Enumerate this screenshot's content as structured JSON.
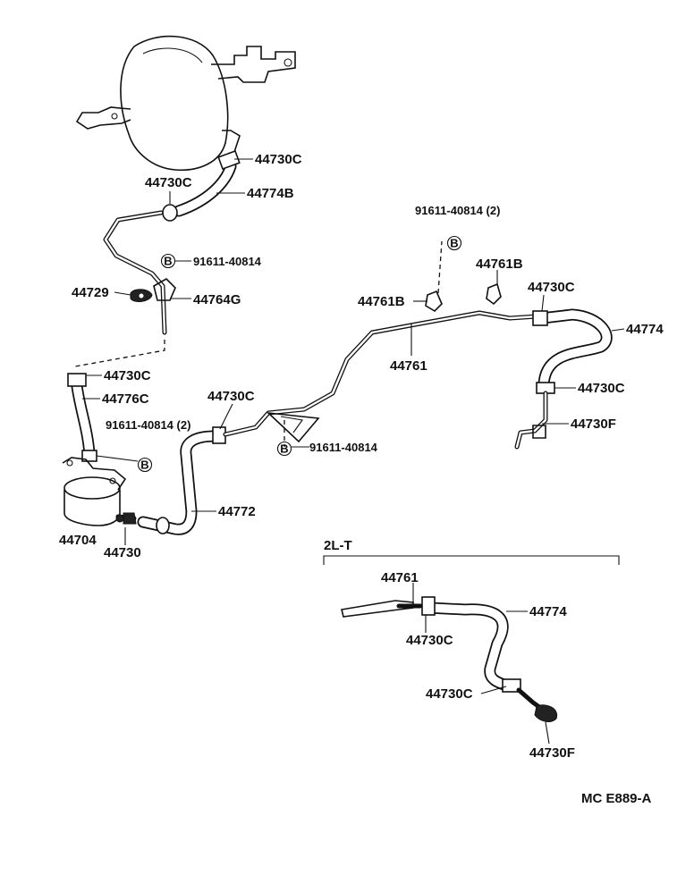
{
  "diagram_code": "MC E889-A",
  "variant_label": "2L-T",
  "bolt_symbol": "B",
  "labels": {
    "c_booster_upper": "44730C",
    "c_booster_left": "44730C",
    "hose_44774B": "44774B",
    "bolt_91611_a": "91611-40814",
    "bracket_44729": "44729",
    "pipe_44764G": "44764G",
    "c_pump_upper": "44730C",
    "hose_44776C": "44776C",
    "bolt_91611_two_left": "91611-40814 (2)",
    "pump_44704": "44704",
    "c_44730": "44730",
    "hose_44772": "44772",
    "c_mid": "44730C",
    "bolt_91611_mid": "91611-40814",
    "bolt_91611_two_top": "91611-40814 (2)",
    "clip_44761B_right": "44761B",
    "clip_44761B_left": "44761B",
    "pipe_44761": "44761",
    "c_right_upper": "44730C",
    "hose_44774": "44774",
    "c_right_lower": "44730C",
    "union_44730F": "44730F",
    "alt_pipe_44761": "44761",
    "alt_c_upper": "44730C",
    "alt_hose_44774": "44774",
    "alt_c_lower": "44730C",
    "alt_union_44730F": "44730F"
  }
}
